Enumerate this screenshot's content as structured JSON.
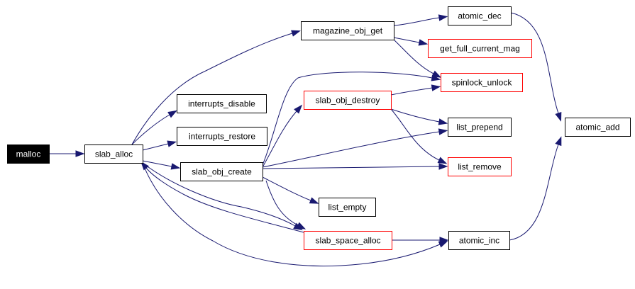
{
  "colors": {
    "edge": "#191970",
    "border_normal": "#000000",
    "border_red": "#ff0000",
    "root_fill": "#000000",
    "root_text": "#ffffff"
  },
  "nodes": [
    {
      "id": "malloc",
      "label": "malloc",
      "style": "root"
    },
    {
      "id": "slab_alloc",
      "label": "slab_alloc",
      "style": "normal"
    },
    {
      "id": "magazine_obj_get",
      "label": "magazine_obj_get",
      "style": "normal"
    },
    {
      "id": "interrupts_disable",
      "label": "interrupts_disable",
      "style": "normal"
    },
    {
      "id": "interrupts_restore",
      "label": "interrupts_restore",
      "style": "normal"
    },
    {
      "id": "slab_obj_create",
      "label": "slab_obj_create",
      "style": "normal"
    },
    {
      "id": "atomic_dec",
      "label": "atomic_dec",
      "style": "normal"
    },
    {
      "id": "get_full_current_mag",
      "label": "get_full_current_mag",
      "style": "red"
    },
    {
      "id": "spinlock_unlock",
      "label": "spinlock_unlock",
      "style": "red"
    },
    {
      "id": "slab_obj_destroy",
      "label": "slab_obj_destroy",
      "style": "red"
    },
    {
      "id": "list_prepend",
      "label": "list_prepend",
      "style": "normal"
    },
    {
      "id": "list_remove",
      "label": "list_remove",
      "style": "red"
    },
    {
      "id": "list_empty",
      "label": "list_empty",
      "style": "normal"
    },
    {
      "id": "slab_space_alloc",
      "label": "slab_space_alloc",
      "style": "red"
    },
    {
      "id": "atomic_inc",
      "label": "atomic_inc",
      "style": "normal"
    },
    {
      "id": "atomic_add",
      "label": "atomic_add",
      "style": "normal"
    }
  ],
  "edges": [
    {
      "from": "malloc",
      "to": "slab_alloc"
    },
    {
      "from": "slab_alloc",
      "to": "magazine_obj_get"
    },
    {
      "from": "slab_alloc",
      "to": "interrupts_disable"
    },
    {
      "from": "slab_alloc",
      "to": "interrupts_restore"
    },
    {
      "from": "slab_alloc",
      "to": "slab_obj_create"
    },
    {
      "from": "slab_alloc",
      "to": "slab_space_alloc"
    },
    {
      "from": "slab_alloc",
      "to": "atomic_inc"
    },
    {
      "from": "magazine_obj_get",
      "to": "atomic_dec"
    },
    {
      "from": "magazine_obj_get",
      "to": "get_full_current_mag"
    },
    {
      "from": "magazine_obj_get",
      "to": "spinlock_unlock"
    },
    {
      "from": "slab_obj_create",
      "to": "slab_obj_destroy"
    },
    {
      "from": "slab_obj_create",
      "to": "spinlock_unlock"
    },
    {
      "from": "slab_obj_create",
      "to": "list_prepend"
    },
    {
      "from": "slab_obj_create",
      "to": "list_remove"
    },
    {
      "from": "slab_obj_create",
      "to": "list_empty"
    },
    {
      "from": "slab_obj_create",
      "to": "slab_space_alloc"
    },
    {
      "from": "slab_obj_destroy",
      "to": "spinlock_unlock"
    },
    {
      "from": "slab_obj_destroy",
      "to": "list_prepend"
    },
    {
      "from": "slab_obj_destroy",
      "to": "list_remove"
    },
    {
      "from": "slab_space_alloc",
      "to": "slab_alloc"
    },
    {
      "from": "slab_space_alloc",
      "to": "atomic_inc"
    },
    {
      "from": "atomic_dec",
      "to": "atomic_add"
    },
    {
      "from": "atomic_inc",
      "to": "atomic_add"
    }
  ]
}
